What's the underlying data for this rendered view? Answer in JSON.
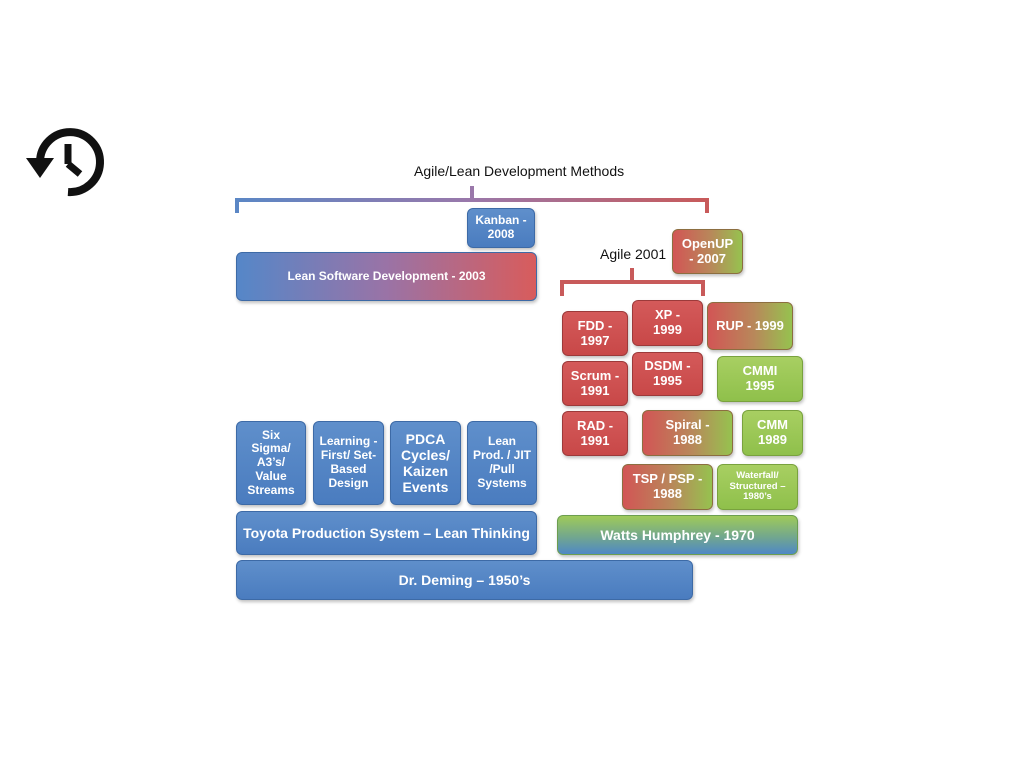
{
  "diagram": {
    "title": "Agile/Lean Development Methods",
    "agile_label": "Agile 2001",
    "icon": "history-icon",
    "colors": {
      "blue": "#4a7cbf",
      "red": "#c84848",
      "green": "#8fc04b",
      "bracket_blue": "#5b87c5",
      "bracket_red": "#c85a5a"
    },
    "boxes": {
      "kanban": "Kanban - 2008",
      "lean_software": "Lean Software Development - 2003",
      "openup": "OpenUP - 2007",
      "fdd": "FDD - 1997",
      "xp": "XP - 1999",
      "rup": "RUP - 1999",
      "scrum": "Scrum - 1991",
      "dsdm": "DSDM - 1995",
      "cmmi": "CMMI 1995",
      "rad": "RAD - 1991",
      "spiral": "Spiral - 1988",
      "cmm": "CMM 1989",
      "six_sigma": "Six Sigma/ A3’s/ Value Streams",
      "learning_first": "Learning -First/ Set- Based Design",
      "pdca": "PDCA Cycles/ Kaizen Events",
      "lean_prod": "Lean Prod. / JIT /Pull Systems",
      "tsp_psp": "TSP / PSP - 1988",
      "waterfall": "Waterfall/ Structured – 1980’s",
      "toyota": "Toyota Production System – Lean Thinking",
      "watts": "Watts Humphrey - 1970",
      "deming": "Dr. Deming – 1950’s"
    }
  }
}
